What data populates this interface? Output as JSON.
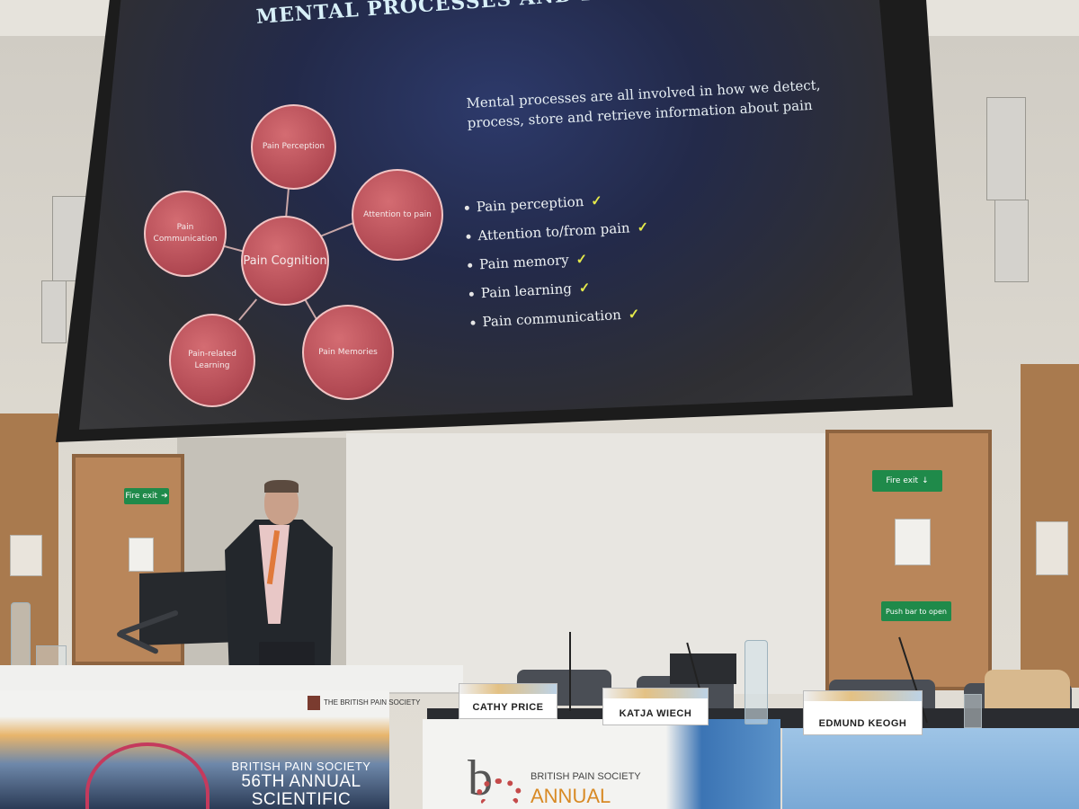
{
  "slide": {
    "title": "MENTAL PROCESSES AND PAIN",
    "intro": "Mental processes are all involved in how we detect, process, store and retrieve information about pain",
    "bullets": [
      {
        "text": "Pain perception",
        "mark": "✓"
      },
      {
        "text": "Attention to/from pain",
        "mark": "✓"
      },
      {
        "text": "Pain memory",
        "mark": "✓"
      },
      {
        "text": "Pain learning",
        "mark": "✓"
      },
      {
        "text": "Pain communication",
        "mark": "✓"
      }
    ],
    "diagram": {
      "center": "Pain Cognition",
      "nodes": [
        "Pain Perception",
        "Attention to pain",
        "Pain Memories",
        "Pain-related Learning",
        "Pain Communication"
      ]
    },
    "colors": {
      "node": "#b04852",
      "title": "#d8f0f8",
      "check": "#e4e94a"
    }
  },
  "room": {
    "exit_sign_left": "Fire exit",
    "exit_sign_right": "Fire exit",
    "push_bar_sign": "Push bar to open"
  },
  "name_cards": [
    "CATHY PRICE",
    "KATJA WIECH",
    "EDMUND KEOGH"
  ],
  "banners": {
    "left_line1": "BRITISH PAIN SOCIETY",
    "left_line2": "56TH ANNUAL",
    "left_line3": "SCIENTIFIC MEETING",
    "society_logo": "THE BRITISH PAIN SOCIETY",
    "mid_line1": "BRITISH PAIN SOCIETY",
    "mid_line2": "ANNUAL"
  }
}
